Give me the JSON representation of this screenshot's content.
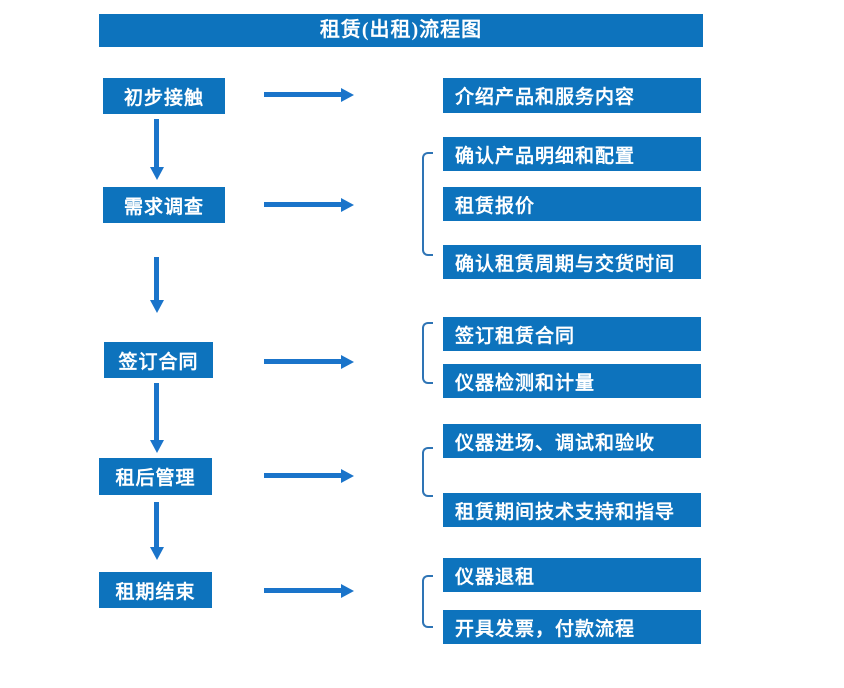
{
  "title": "租赁(出租)流程图",
  "colors": {
    "box": "#0d73bd",
    "arrow": "#1a74ca",
    "bracket": "#2e74b5",
    "text": "#ffffff",
    "bg": "#ffffff"
  },
  "steps": [
    {
      "label": "初步接触",
      "details": [
        "介绍产品和服务内容"
      ]
    },
    {
      "label": "需求调查",
      "details": [
        "确认产品明细和配置",
        "租赁报价",
        "确认租赁周期与交货时间"
      ]
    },
    {
      "label": "签订合同",
      "details": [
        "签订租赁合同",
        "仪器检测和计量"
      ]
    },
    {
      "label": "租后管理",
      "details": [
        "仪器进场、调试和验收",
        "租赁期间技术支持和指导"
      ]
    },
    {
      "label": "租期结束",
      "details": [
        "仪器退租",
        "开具发票，付款流程"
      ]
    }
  ]
}
